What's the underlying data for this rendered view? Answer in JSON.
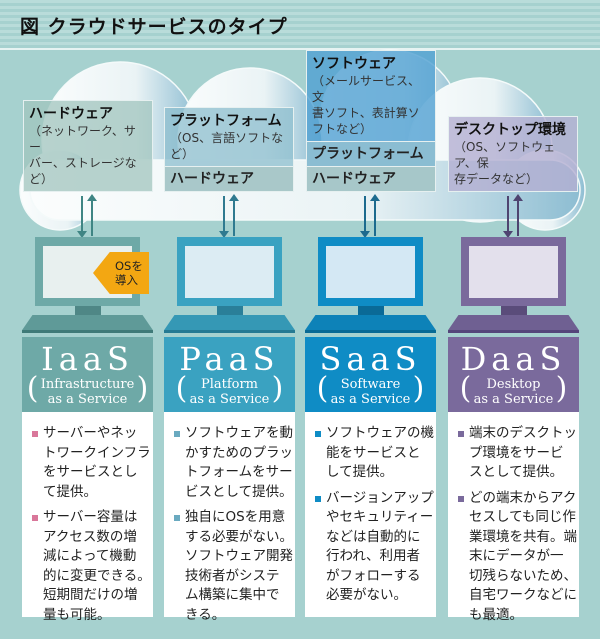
{
  "title": "図 クラウドサービスのタイプ",
  "colors": {
    "iaas": "#6ea9a7",
    "paas": "#3aa2c1",
    "saas": "#0f8cc5",
    "daas": "#7a6a9c",
    "bullet_iaas": "#d9779a"
  },
  "cloud_layers": {
    "iaas": {
      "head": "ハードウェア",
      "sub": [
        "（ネットワーク、サー",
        "バー、ストレージなど）"
      ]
    },
    "paas": {
      "head": "プラットフォーム",
      "sub": "（OS、言語ソフトなど）",
      "bottom": "ハードウェア"
    },
    "saas": {
      "head": "ソフトウェア",
      "sub": [
        "（メールサービス、文",
        "書ソフト、表計算ソ",
        "フトなど）"
      ],
      "mid": "プラットフォーム",
      "bottom": "ハードウェア"
    },
    "daas": {
      "head": "デスクトップ環境",
      "sub": [
        "（OS、ソフトウェア、保",
        "存データなど）"
      ]
    }
  },
  "os_callout": [
    "OSを",
    "導入"
  ],
  "services": [
    {
      "name": "IaaS",
      "full": [
        "Infrastructure",
        "as a Service"
      ],
      "items": [
        [
          "サーバーやネッ",
          "トワークインフラ",
          "をサービスとし",
          "て提供。"
        ],
        [
          "サーバー容量は",
          "アクセス数の増",
          "減によって機動",
          "的に変更できる。",
          "短期間だけの増",
          "量も可能。"
        ]
      ]
    },
    {
      "name": "PaaS",
      "full": [
        "Platform",
        "as a Service"
      ],
      "items": [
        [
          "ソフトウェアを動",
          "かすためのプラッ",
          "トフォームをサー",
          "ビスとして提供。"
        ],
        [
          "独自にOSを用意",
          "する必要がない。",
          "ソフトウェア開発",
          "技術者がシステ",
          "ム構築に集中で",
          "きる。"
        ]
      ]
    },
    {
      "name": "SaaS",
      "full": [
        "Software",
        "as a Service"
      ],
      "items": [
        [
          "ソフトウェアの機",
          "能をサービスと",
          "して提供。"
        ],
        [
          "バージョンアップ",
          "やセキュリティー",
          "などは自動的に",
          "行われ、利用者",
          "がフォローする",
          "必要がない。"
        ]
      ]
    },
    {
      "name": "DaaS",
      "full": [
        "Desktop",
        "as a Service"
      ],
      "items": [
        [
          "端末のデスクトッ",
          "プ環境をサービ",
          "スとして提供。"
        ],
        [
          "どの端末からアク",
          "セスしても同じ作",
          "業環境を共有。端",
          "末にデータが一",
          "切残らないため、",
          "自宅ワークなどに",
          "も最適。"
        ]
      ]
    }
  ]
}
